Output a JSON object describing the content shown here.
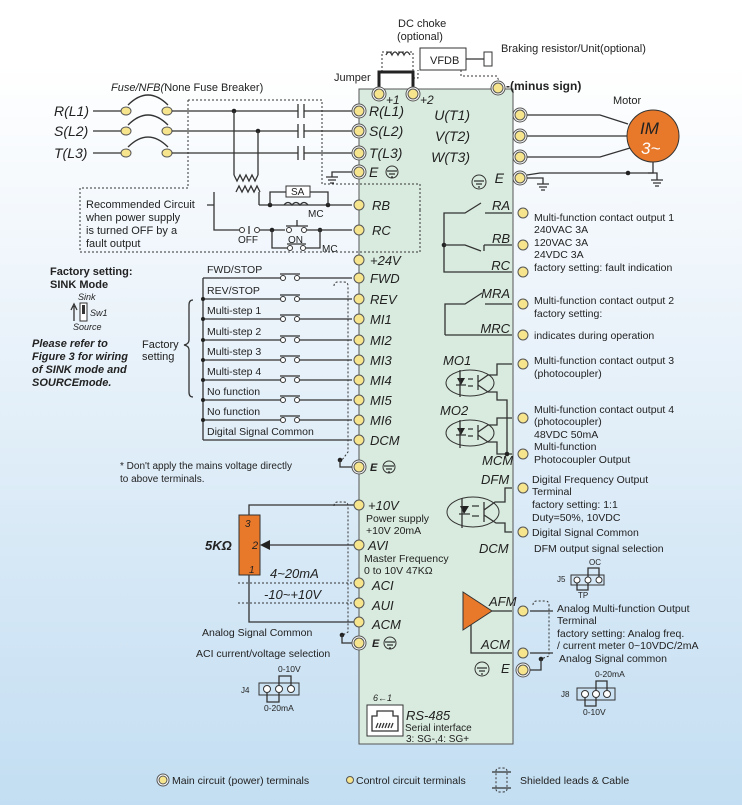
{
  "colors": {
    "drive_panel": "#d9ebdf",
    "terminal_fill": "#f6e58d",
    "motor_fill": "#e8782a",
    "potentiometer_fill": "#e8782a",
    "amplifier_fill": "#e8782a",
    "background_top": "#ffffff",
    "background_bottom": "#c3def2"
  },
  "top": {
    "dc_choke": "DC choke",
    "dc_choke_optional": "(optional)",
    "vfdb": "VFDB",
    "braking": "Braking resistor/Unit(optional)",
    "jumper": "Jumper",
    "minus_sign": "-(minus sign)",
    "plus1": "+1",
    "plus2": "+2"
  },
  "inputs": {
    "fuse_title_italic": "Fuse/NFB(",
    "fuse_title_rest": "None Fuse Breaker)",
    "lines": [
      "R(L1)",
      "S(L2)",
      "T(L3)"
    ],
    "drive_terms": [
      "R(L1)",
      "S(L2)",
      "T(L3)",
      "E"
    ]
  },
  "motor": {
    "label": "Motor",
    "line1": "IM",
    "line2": "3~",
    "terms": [
      "U(T1)",
      "V(T2)",
      "W(T3)",
      "E"
    ]
  },
  "recommended": {
    "lines": [
      "Recommended Circuit",
      " when power supply",
      "is turned OFF by a",
      "fault output"
    ],
    "sa": "SA",
    "mc1": "MC",
    "off": "OFF",
    "on": "ON",
    "mc2": "MC",
    "rb": "RB",
    "rc": "RC"
  },
  "sink": {
    "title1": "Factory setting:",
    "title2": "SINK Mode",
    "sink": "Sink",
    "sw1": "Sw1",
    "source": "Source",
    "refer": [
      "Please refer to",
      "Figure 3 for wiring",
      "of SINK mode and",
      "SOURCEmode."
    ],
    "factory1": "Factory",
    "factory2": "setting"
  },
  "digital_inputs": {
    "switch_labels": [
      "FWD/STOP",
      "REV/STOP",
      "Multi-step 1",
      "Multi-step 2",
      "Multi-step 3",
      "Multi-step 4",
      "No function",
      "No function"
    ],
    "common_label": "Digital Signal Common",
    "terminals": [
      "+24V",
      "FWD",
      "REV",
      "MI1",
      "MI2",
      "MI3",
      "MI4",
      "MI5",
      "MI6",
      "DCM",
      "E"
    ],
    "warning": [
      "* Don't apply the mains voltage directly",
      "  to above terminals."
    ]
  },
  "relay_outputs": {
    "ra": "RA",
    "rb": "RB",
    "rc": "RC",
    "desc1": [
      "Multi-function contact output 1",
      "240VAC 3A",
      "120VAC 3A",
      "24VDC 3A",
      "factory setting: fault indication"
    ],
    "mra": "MRA",
    "mrc": "MRC",
    "desc2": [
      "Multi-function contact output 2",
      "factory setting:"
    ],
    "desc2b": "indicates during operation"
  },
  "photo_outputs": {
    "mo1": "MO1",
    "mo2": "MO2",
    "mcm": "MCM",
    "desc3": [
      "Multi-function contact output 3",
      "(photocoupler)"
    ],
    "desc4": [
      "Multi-function contact output 4",
      "(photocoupler)",
      "48VDC 50mA",
      "Multi-function",
      "Photocoupler Output"
    ]
  },
  "dfm": {
    "dfm": "DFM",
    "dcm": "DCM",
    "desc": [
      "Digital Frequency Output",
      "Terminal",
      "factory setting: 1:1",
      "Duty=50%, 10VDC"
    ],
    "common": "Digital Signal Common",
    "selection": "DFM output signal selection",
    "j5": "J5",
    "j5_oc": "OC",
    "j5_tp": "TP"
  },
  "analog_inputs": {
    "pot": "5KΩ",
    "pot_pins": [
      "3",
      "2",
      "1"
    ],
    "plus10v": "+10V",
    "ps": [
      "Power supply",
      "+10V 20mA"
    ],
    "avi": "AVI",
    "mf": [
      "Master Frequency",
      "0 to 10V 47KΩ"
    ],
    "aci": "ACI",
    "aci_range": "4~20mA",
    "aui": "AUI",
    "aui_range": "-10~+10V",
    "acm": "ACM",
    "e": "E",
    "asc": "Analog Signal Common",
    "aci_sel": "ACI current/voltage selection",
    "j4": "J4",
    "j4_top": "0-10V",
    "j4_bottom": "0-20mA"
  },
  "afm": {
    "afm": "AFM",
    "acm": "ACM",
    "e": "E",
    "desc": [
      "Analog Multi-function Output",
      "Terminal",
      "factory setting: Analog freq.",
      "/ current meter 0~10VDC/2mA"
    ],
    "asc": "Analog Signal common",
    "j8": "J8",
    "j8_top": "0-20mA",
    "j8_bottom": "0-10V"
  },
  "rs485": {
    "pins": "6←1",
    "title": "RS-485",
    "l1": "Serial interface",
    "l2": "3: SG-,4: SG+"
  },
  "legend": {
    "main": "Main circuit (power) terminals",
    "control": "Control circuit terminals",
    "shielded": "Shielded leads & Cable"
  }
}
